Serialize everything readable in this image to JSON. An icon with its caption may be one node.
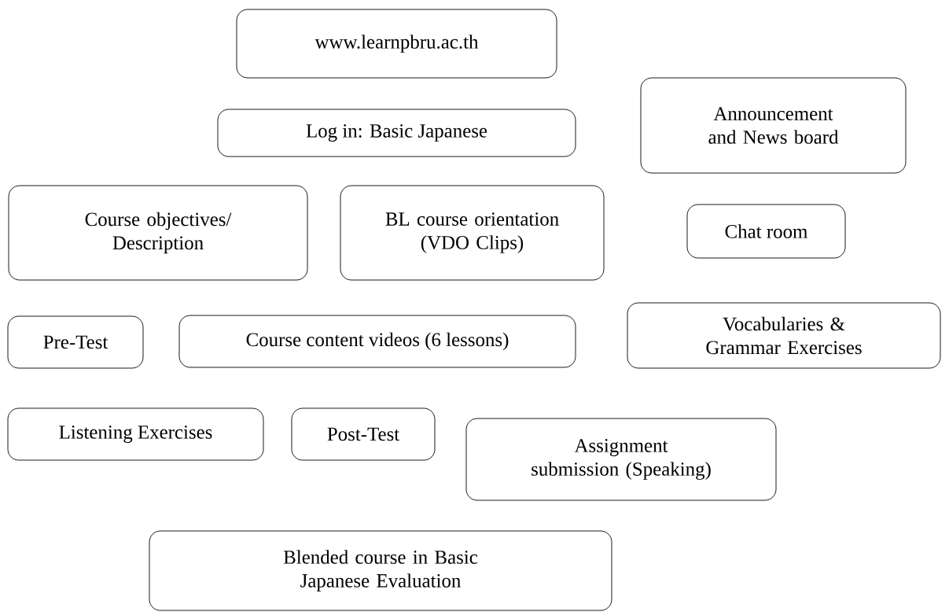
{
  "diagram": {
    "nodes": [
      {
        "text": [
          "www.learnpbru.ac.th"
        ]
      },
      {
        "text": [
          "Log in: Basic Japanese"
        ]
      },
      {
        "text": [
          "Announcement and News board"
        ]
      },
      {
        "text": [
          "Course objectives/ Description"
        ]
      },
      {
        "text": [
          "BL course orientation (VDO Clips)"
        ]
      },
      {
        "text": [
          "Chat room"
        ]
      },
      {
        "text": [
          "Pre-Test"
        ]
      },
      {
        "text": [
          "Course content videos (6 lessons)"
        ]
      },
      {
        "text": [
          "Vocabularies & Grammar Exercises"
        ]
      },
      {
        "text": [
          "Listening Exercises"
        ]
      },
      {
        "text": [
          "Post-Test"
        ]
      },
      {
        "text": [
          "Assignment submission (Speaking)"
        ]
      },
      {
        "text": [
          "Blended course in Basic Japanese Evaluation"
        ]
      }
    ]
  }
}
